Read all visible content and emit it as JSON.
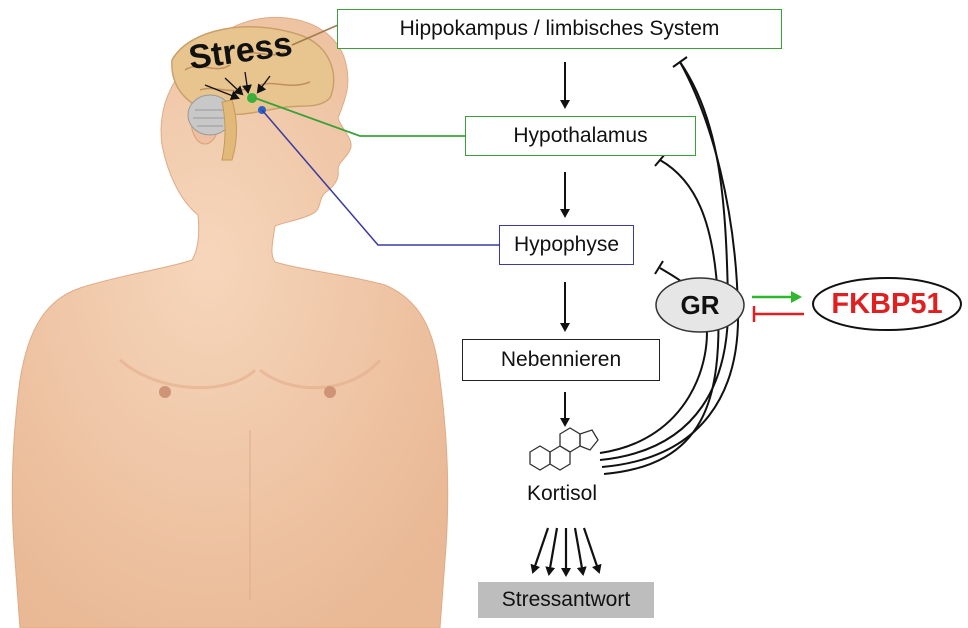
{
  "diagram": {
    "stress_word": "Stress",
    "nodes": {
      "hippokampus": "Hippokampus / limbisches System",
      "hypothalamus": "Hypothalamus",
      "hypophyse": "Hypophyse",
      "nebennieren": "Nebennieren",
      "kortisol": "Kortisol",
      "stressantwort": "Stressantwort",
      "gr": "GR",
      "fkbp51": "FKBP51"
    },
    "colors": {
      "green_line": "#3aa13a",
      "blue_line": "#3a3aa0",
      "fkbp_text": "#e02020",
      "activation_arrow": "#2db82d",
      "inhibition_arrow": "#e02020",
      "skin": "#f2c9a8",
      "gr_fill": "#e6e6e6",
      "stress_box": "#bdbdbd"
    },
    "relations": [
      {
        "from": "hippokampus",
        "to": "hypothalamus",
        "type": "activates"
      },
      {
        "from": "hypothalamus",
        "to": "hypophyse",
        "type": "activates"
      },
      {
        "from": "hypophyse",
        "to": "nebennieren",
        "type": "activates"
      },
      {
        "from": "nebennieren",
        "to": "kortisol",
        "type": "activates"
      },
      {
        "from": "kortisol",
        "to": "stressantwort",
        "type": "activates"
      },
      {
        "from": "gr",
        "to": "hippokampus",
        "type": "inhibits"
      },
      {
        "from": "gr",
        "to": "hypothalamus",
        "type": "inhibits"
      },
      {
        "from": "gr",
        "to": "hypophyse",
        "type": "inhibits"
      },
      {
        "from": "gr",
        "to": "fkbp51",
        "type": "activates"
      },
      {
        "from": "fkbp51",
        "to": "gr",
        "type": "inhibits"
      }
    ]
  }
}
